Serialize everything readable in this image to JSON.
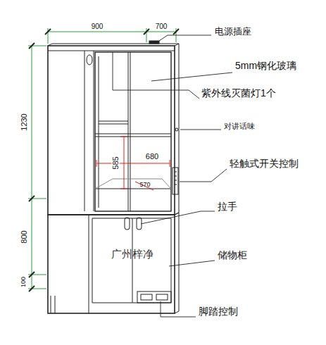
{
  "diagram": {
    "labels": [
      "900",
      "700",
      "1230",
      "800",
      "100",
      "585",
      "680",
      "570",
      "电源插座",
      "5mm钢化玻璃",
      "紫外线灭菌灯1个",
      "对讲话味",
      "轻触式开关控制",
      "拉手",
      "储物柜",
      "脚踏控制",
      "广州梓净"
    ]
  }
}
